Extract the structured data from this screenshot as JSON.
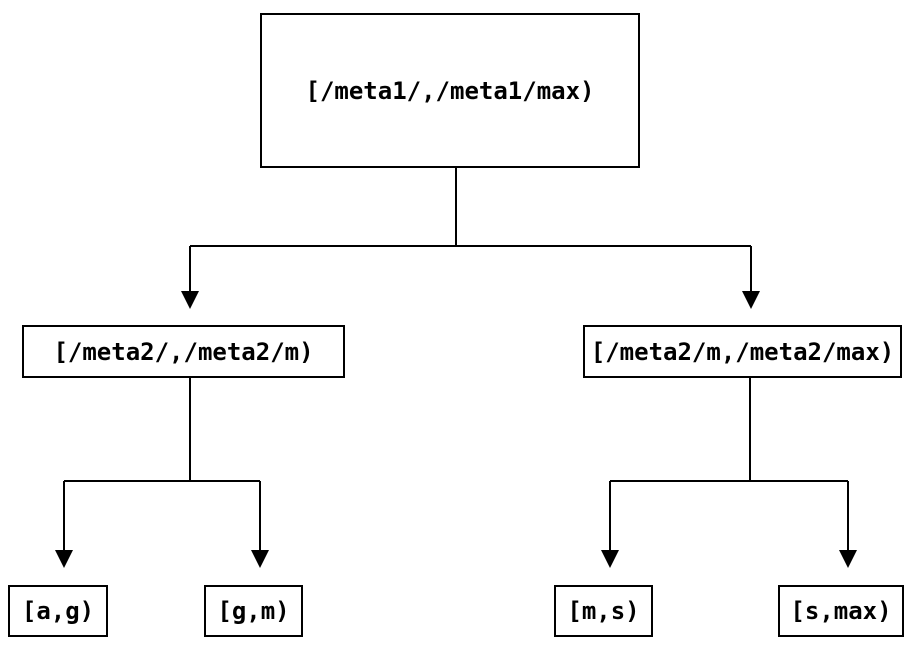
{
  "diagram": {
    "type": "tree",
    "background_color": "#ffffff",
    "line_color": "#000000",
    "box_border_color": "#000000",
    "nodes": {
      "root": {
        "label": "[/meta1/,/meta1/max)"
      },
      "meta2_low": {
        "label": "[/meta2/,/meta2/m)"
      },
      "meta2_high": {
        "label": "[/meta2/m,/meta2/max)"
      },
      "leaf_a_g": {
        "label": "[a,g)"
      },
      "leaf_g_m": {
        "label": "[g,m)"
      },
      "leaf_m_s": {
        "label": "[m,s)"
      },
      "leaf_s_max": {
        "label": "[s,max)"
      }
    },
    "edges": [
      {
        "from": "root",
        "to": "meta2_low"
      },
      {
        "from": "root",
        "to": "meta2_high"
      },
      {
        "from": "meta2_low",
        "to": "leaf_a_g"
      },
      {
        "from": "meta2_low",
        "to": "leaf_g_m"
      },
      {
        "from": "meta2_high",
        "to": "leaf_m_s"
      },
      {
        "from": "meta2_high",
        "to": "leaf_s_max"
      }
    ]
  }
}
